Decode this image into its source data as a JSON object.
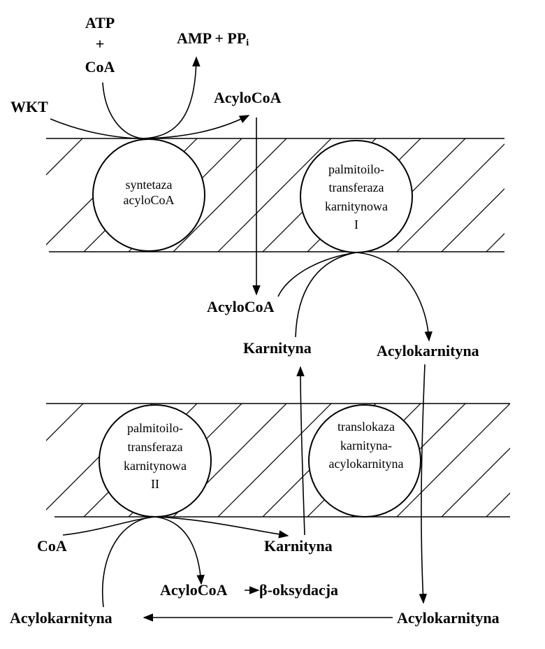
{
  "top_left": {
    "atp": "ATP",
    "plus": "+",
    "coa": "CoA",
    "amp_ppi": "AMP + PP",
    "ppi_sub": "i",
    "wkt": "WKT",
    "acylocoa_out": "AcyloCoA"
  },
  "enzymes": {
    "synthetase": [
      "syntetaza",
      "acyloCoA"
    ],
    "cpt1": [
      "palmitoilo-",
      "transferaza",
      "karnitynowa",
      "I"
    ],
    "translocase": [
      "translokaza",
      "karnityna-",
      "acylokarnityna"
    ],
    "cpt2": [
      "palmitoilo-",
      "transferaza",
      "karnitynowa",
      "II"
    ]
  },
  "middle": {
    "acylocoa": "AcyloCoA",
    "karnityna": "Karnityna",
    "acylokarnityna": "Acylokarnityna"
  },
  "bottom": {
    "coa": "CoA",
    "karnityna": "Karnityna",
    "acylocoa": "AcyloCoA",
    "beta_oxidation": "β-oksydacja",
    "acylokarnityna_left": "Acylokarnityna",
    "acylokarnityna_right": "Acylokarnityna"
  }
}
